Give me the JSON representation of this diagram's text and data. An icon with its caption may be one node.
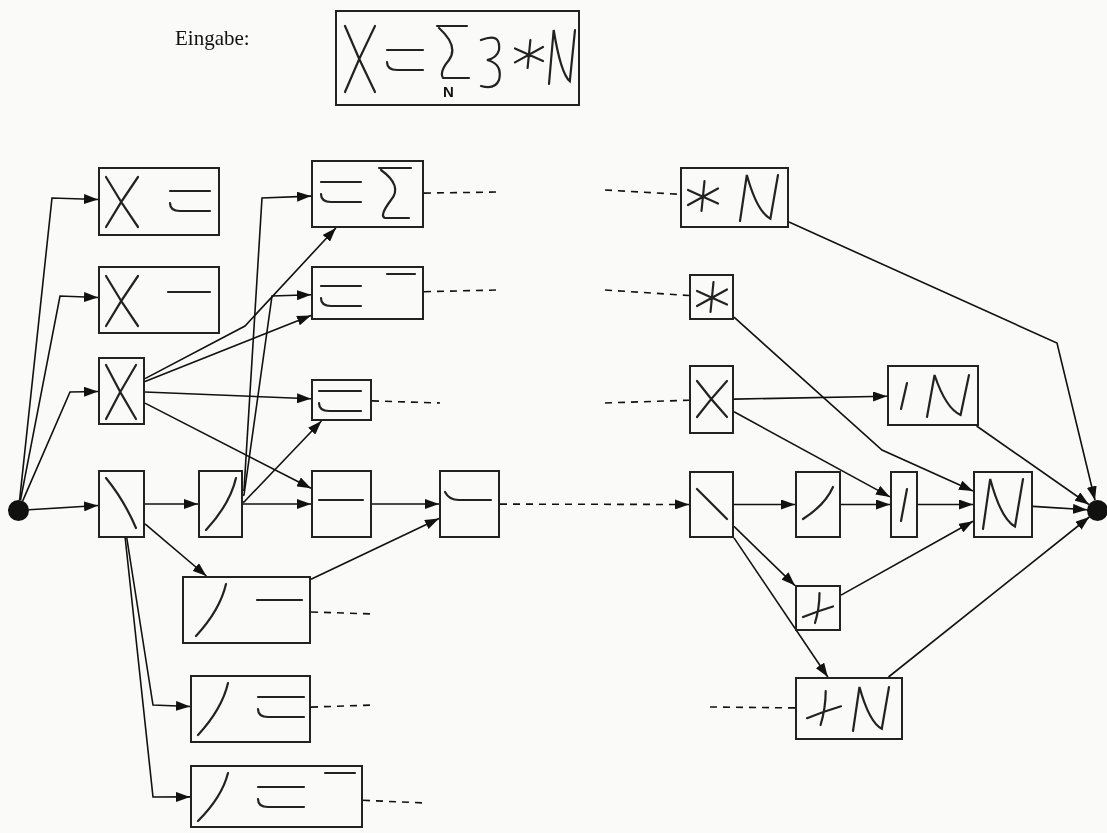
{
  "diagram": {
    "nodes": [
      {
        "text": [
          "N"
        ]
      },
      {
        "text": [],
        "shape": "circle"
      },
      {
        "text": [],
        "shape": "picture"
      },
      {
        "text": [],
        "shape": "picture"
      },
      {
        "text": [],
        "shape": "picture"
      },
      {
        "text": [],
        "shape": "picture"
      },
      {
        "text": [],
        "shape": "picture"
      },
      {
        "text": [],
        "shape": "picture"
      },
      {
        "text": [],
        "shape": "picture"
      },
      {
        "text": [],
        "shape": "picture"
      },
      {
        "text": [],
        "shape": "picture"
      },
      {
        "text": [],
        "shape": "picture"
      },
      {
        "text": [],
        "shape": "picture"
      },
      {
        "text": [],
        "shape": "picture"
      },
      {
        "text": [],
        "shape": "picture"
      },
      {
        "text": [],
        "shape": "picture"
      },
      {
        "text": [],
        "shape": "picture"
      },
      {
        "text": [],
        "shape": "picture"
      },
      {
        "text": [],
        "shape": "picture"
      },
      {
        "text": [],
        "shape": "picture"
      },
      {
        "text": [],
        "shape": "picture"
      },
      {
        "text": [],
        "shape": "picture"
      },
      {
        "text": [],
        "shape": "picture"
      },
      {
        "text": [],
        "shape": "picture"
      },
      {
        "text": [],
        "shape": "picture"
      },
      {
        "text": [],
        "shape": "circle"
      }
    ],
    "edges": [
      {
        "from": 1,
        "to": 2,
        "arrow": "to"
      },
      {
        "from": 1,
        "to": 3,
        "arrow": "to"
      },
      {
        "from": 1,
        "to": 4,
        "arrow": "to"
      },
      {
        "from": 1,
        "to": 5,
        "arrow": "to"
      },
      {
        "from": 4,
        "to": 6,
        "arrow": "to"
      },
      {
        "from": 4,
        "to": 7,
        "arrow": "to"
      },
      {
        "from": 4,
        "to": 8,
        "arrow": "to"
      },
      {
        "from": 4,
        "to": 10,
        "arrow": "to"
      },
      {
        "from": 5,
        "to": 9,
        "arrow": "to"
      },
      {
        "from": 5,
        "to": 12,
        "arrow": "to"
      },
      {
        "from": 5,
        "to": 13,
        "arrow": "to"
      },
      {
        "from": 5,
        "to": 14,
        "arrow": "to"
      },
      {
        "from": 9,
        "to": 6,
        "arrow": "to"
      },
      {
        "from": 9,
        "to": 7,
        "arrow": "to"
      },
      {
        "from": 9,
        "to": 8,
        "arrow": "to"
      },
      {
        "from": 9,
        "to": 10,
        "arrow": "to"
      },
      {
        "from": 10,
        "to": 11,
        "arrow": "to"
      },
      {
        "from": 12,
        "to": 11,
        "arrow": "to"
      },
      {
        "from": 11,
        "to": 19,
        "arrow": "to",
        "style": "dashed"
      },
      {
        "from": 6,
        "to": null,
        "arrow": "none",
        "style": "dashed"
      },
      {
        "from": 7,
        "to": null,
        "arrow": "none",
        "style": "dashed"
      },
      {
        "from": 8,
        "to": null,
        "arrow": "none",
        "style": "dashed"
      },
      {
        "from": 12,
        "to": null,
        "arrow": "none",
        "style": "dashed"
      },
      {
        "from": 13,
        "to": null,
        "arrow": "none",
        "style": "dashed"
      },
      {
        "from": 14,
        "to": null,
        "arrow": "none",
        "style": "dashed"
      },
      {
        "from": null,
        "to": 15,
        "arrow": "none",
        "style": "dashed"
      },
      {
        "from": null,
        "to": 16,
        "arrow": "none",
        "style": "dashed"
      },
      {
        "from": null,
        "to": 17,
        "arrow": "none",
        "style": "dashed"
      },
      {
        "from": null,
        "to": 24,
        "arrow": "none",
        "style": "dashed"
      },
      {
        "from": 15,
        "to": 25,
        "arrow": "to"
      },
      {
        "from": 16,
        "to": 22,
        "arrow": "to"
      },
      {
        "from": 17,
        "to": 18,
        "arrow": "to"
      },
      {
        "from": 17,
        "to": 21,
        "arrow": "to"
      },
      {
        "from": 18,
        "to": 25,
        "arrow": "to"
      },
      {
        "from": 19,
        "to": 20,
        "arrow": "to"
      },
      {
        "from": 20,
        "to": 21,
        "arrow": "to"
      },
      {
        "from": 21,
        "to": 22,
        "arrow": "to"
      },
      {
        "from": 22,
        "to": 25,
        "arrow": "to"
      },
      {
        "from": 19,
        "to": 23,
        "arrow": "to"
      },
      {
        "from": 19,
        "to": 24,
        "arrow": "to"
      },
      {
        "from": 23,
        "to": 22,
        "arrow": "to"
      },
      {
        "from": 24,
        "to": 25,
        "arrow": "to"
      }
    ],
    "labels": [
      "Eingabe:"
    ]
  }
}
